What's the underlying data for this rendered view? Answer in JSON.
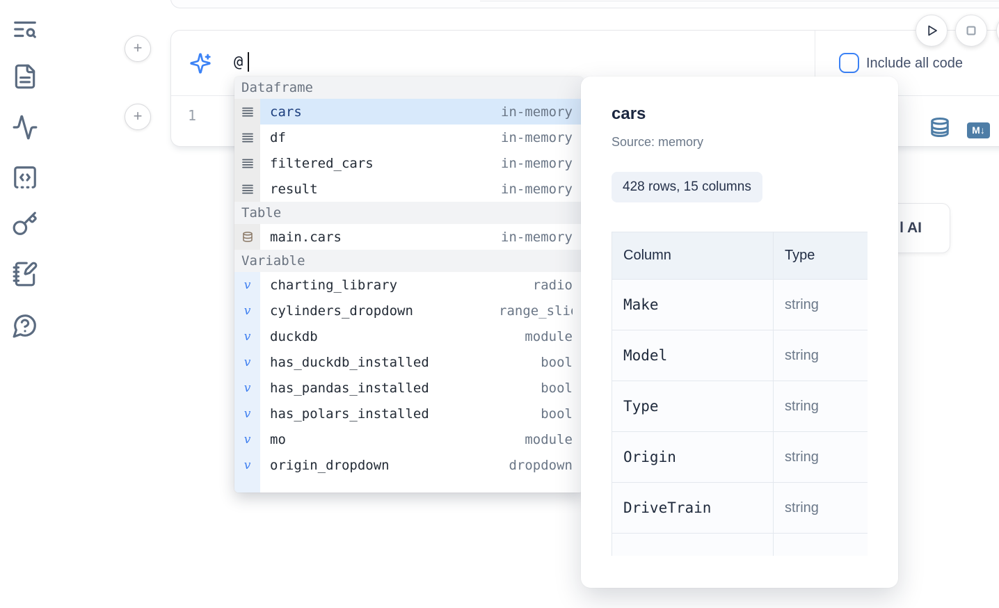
{
  "colors": {
    "accent_blue": "#3b82f6",
    "steel_blue": "#4e7da6",
    "selection_bg": "#d8e9fb"
  },
  "sidebar": {
    "items": [
      {
        "icon": "text-search-icon"
      },
      {
        "icon": "file-text-icon"
      },
      {
        "icon": "activity-icon"
      },
      {
        "icon": "code-square-icon"
      },
      {
        "icon": "key-icon"
      },
      {
        "icon": "notebook-pen-icon"
      },
      {
        "icon": "help-circle-icon"
      }
    ]
  },
  "run_controls": {
    "play_icon": "play-icon",
    "stop_icon": "stop-icon"
  },
  "cell": {
    "add_button_label": "+",
    "ai_input": {
      "icon": "sparkles-icon",
      "value": "@"
    },
    "include_all_code": {
      "label": "Include all code",
      "checked": false
    },
    "line_number": "1",
    "actions": {
      "database_icon": "database-icon",
      "markdown_badge": "M↓"
    }
  },
  "autocomplete": {
    "sections": [
      {
        "label": "Dataframe",
        "items": [
          {
            "icon": "dataframe-icon",
            "name": "cars",
            "type": "in-memory",
            "selected": true
          },
          {
            "icon": "dataframe-icon",
            "name": "df",
            "type": "in-memory"
          },
          {
            "icon": "dataframe-icon",
            "name": "filtered_cars",
            "type": "in-memory"
          },
          {
            "icon": "dataframe-icon",
            "name": "result",
            "type": "in-memory"
          }
        ]
      },
      {
        "label": "Table",
        "items": [
          {
            "icon": "table-icon",
            "name": "main.cars",
            "type": "in-memory"
          }
        ]
      },
      {
        "label": "Variable",
        "items": [
          {
            "icon": "variable-icon",
            "name": "charting_library",
            "type": "radio"
          },
          {
            "icon": "variable-icon",
            "name": "cylinders_dropdown",
            "type": "range_slider"
          },
          {
            "icon": "variable-icon",
            "name": "duckdb",
            "type": "module"
          },
          {
            "icon": "variable-icon",
            "name": "has_duckdb_installed",
            "type": "bool"
          },
          {
            "icon": "variable-icon",
            "name": "has_pandas_installed",
            "type": "bool"
          },
          {
            "icon": "variable-icon",
            "name": "has_polars_installed",
            "type": "bool"
          },
          {
            "icon": "variable-icon",
            "name": "mo",
            "type": "module"
          },
          {
            "icon": "variable-icon",
            "name": "origin_dropdown",
            "type": "dropdown"
          },
          {
            "icon": "variable-icon",
            "name": "",
            "type": "",
            "clipped": true
          }
        ]
      }
    ]
  },
  "preview": {
    "title": "cars",
    "source": "Source: memory",
    "shape_badge": "428 rows, 15 columns",
    "table": {
      "headers": [
        "Column",
        "Type"
      ],
      "rows": [
        [
          "Make",
          "string"
        ],
        [
          "Model",
          "string"
        ],
        [
          "Type",
          "string"
        ],
        [
          "Origin",
          "string"
        ],
        [
          "DriveTrain",
          "string"
        ]
      ],
      "clipped_extra_row": true
    }
  },
  "ai_card": {
    "visible_label": "l AI"
  }
}
